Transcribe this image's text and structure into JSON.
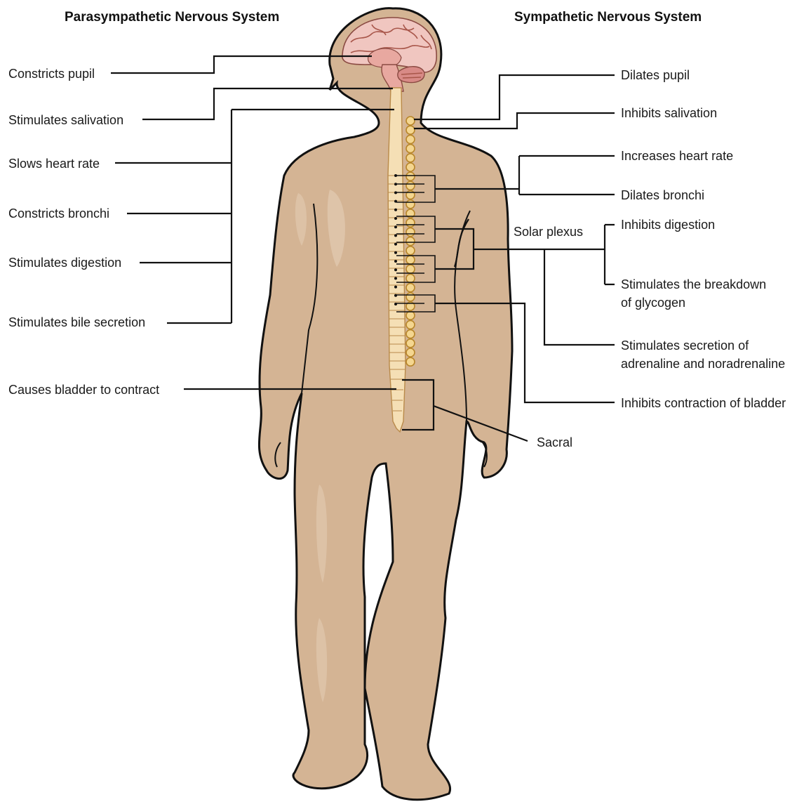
{
  "headers": {
    "parasympathetic": "Parasympathetic Nervous System",
    "sympathetic": "Sympathetic Nervous System"
  },
  "left_labels": [
    {
      "key": "constricts_pupil",
      "text": "Constricts pupil"
    },
    {
      "key": "stimulates_salivation",
      "text": "Stimulates salivation"
    },
    {
      "key": "slows_heart_rate",
      "text": "Slows heart rate"
    },
    {
      "key": "constricts_bronchi",
      "text": "Constricts bronchi"
    },
    {
      "key": "stimulates_digestion",
      "text": "Stimulates digestion"
    },
    {
      "key": "stimulates_bile_secretion",
      "text": "Stimulates bile secretion"
    },
    {
      "key": "causes_bladder_to_contract",
      "text": "Causes bladder to contract"
    }
  ],
  "right_labels": [
    {
      "key": "dilates_pupil",
      "text": "Dilates pupil"
    },
    {
      "key": "inhibits_salivation",
      "text": "Inhibits salivation"
    },
    {
      "key": "increases_heart_rate",
      "text": "Increases heart rate"
    },
    {
      "key": "dilates_bronchi",
      "text": "Dilates bronchi"
    },
    {
      "key": "inhibits_digestion",
      "text": "Inhibits digestion"
    },
    {
      "key": "glycogen_line1",
      "text": "Stimulates the breakdown"
    },
    {
      "key": "glycogen_line2",
      "text": "of glycogen"
    },
    {
      "key": "adrenaline_line1",
      "text": "Stimulates secretion of"
    },
    {
      "key": "adrenaline_line2",
      "text": "adrenaline and noradrenaline"
    },
    {
      "key": "inhibits_bladder",
      "text": "Inhibits contraction of bladder"
    }
  ],
  "region_labels": {
    "solar_plexus": "Solar plexus",
    "sacral": "Sacral"
  },
  "colors": {
    "skin": "#d4b494",
    "skin_highlight": "#e3cbb2",
    "spinal_cord": "#f5dfb5",
    "ganglion_fill": "#f4d690",
    "ganglion_stroke": "#b8862a",
    "brain": "#f0c6c0",
    "brainstem": "#e8a8a0",
    "cerebellum": "#d88a86"
  }
}
